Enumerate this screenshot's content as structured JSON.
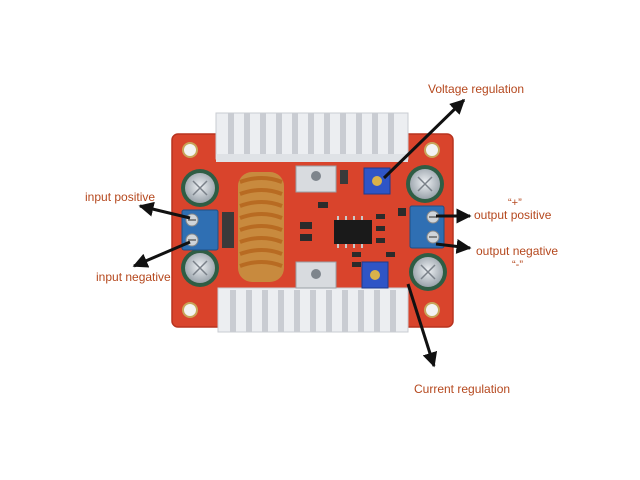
{
  "colors": {
    "board": "#d9442c",
    "board_edge": "#b8331f",
    "heatsink": "#eceef1",
    "heatsink_shade": "#c9ccd2",
    "capacitor": "#2f5d44",
    "capacitor_top": "#d2d7dc",
    "terminal": "#2f6fb3",
    "trimmer": "#2f55c6",
    "coil_wire": "#b86b22",
    "chip": "#1a1a1a",
    "label_text": "#b5481e",
    "arrow": "#111111"
  },
  "labels": {
    "voltage_regulation": "Voltage regulation",
    "input_positive": "input positive",
    "input_negative": "input negative",
    "output_positive": "output positive",
    "output_positive_symbol": "“+”",
    "output_negative": "output negative",
    "output_negative_symbol": "“-”",
    "current_regulation": "Current regulation"
  }
}
